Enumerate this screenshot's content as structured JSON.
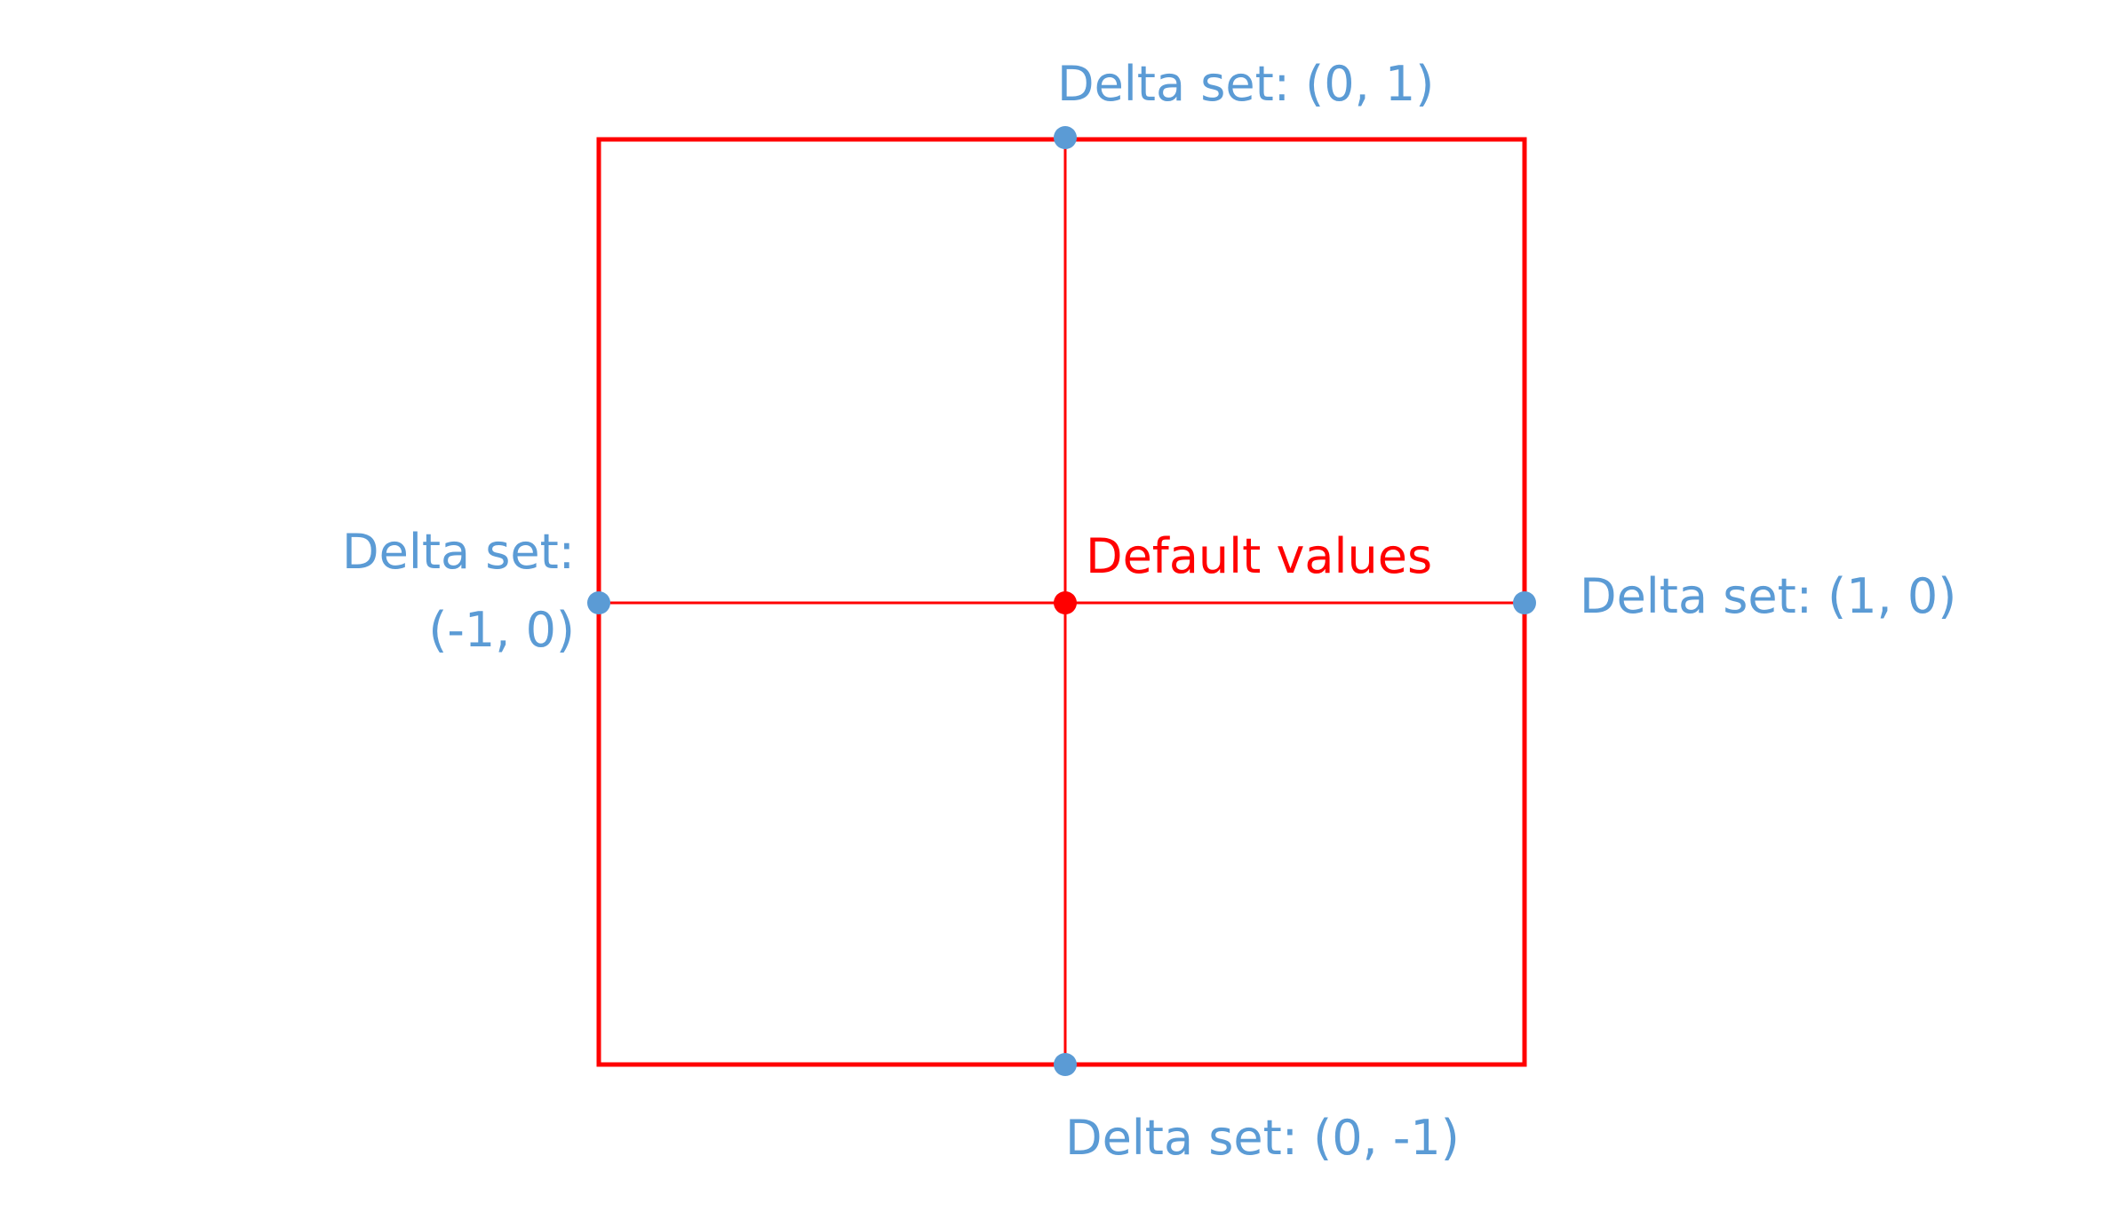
{
  "colors": {
    "frame": "#ff0000",
    "axis": "#ff0000",
    "delta_point": "#5b9bd5",
    "default_point": "#ff0000",
    "delta_text": "#5b9bd5",
    "default_text": "#ff0000",
    "background": "#ffffff"
  },
  "labels": {
    "top": "Delta set: (0, 1)",
    "bottom": "Delta set: (0, -1)",
    "right": "Delta set: (1, 0)",
    "left_line1": "Delta set:",
    "left_line2": "(-1, 0)",
    "center": "Default values"
  }
}
